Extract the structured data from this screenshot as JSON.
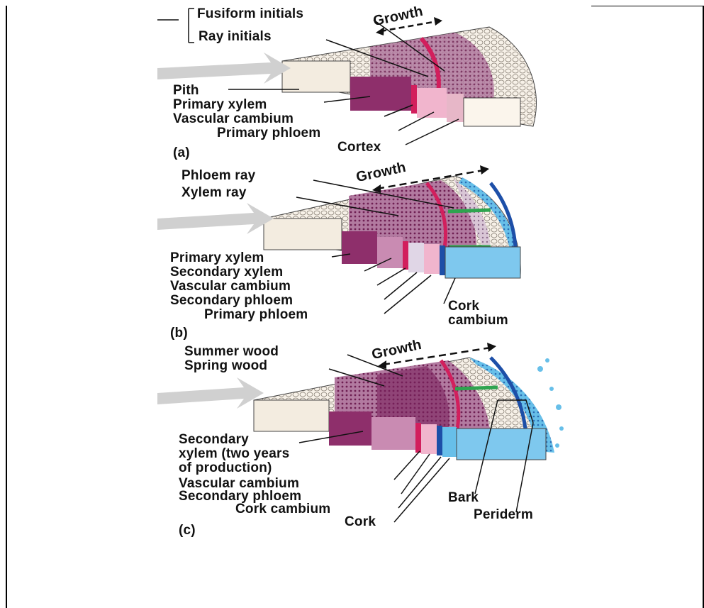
{
  "panel_a": {
    "tag": "(a)",
    "growth": "Growth",
    "labels": {
      "fusiform": "Fusiform initials",
      "ray": "Ray initials",
      "pith": "Pith",
      "primary_xylem": "Primary xylem",
      "vascular_cambium": "Vascular cambium",
      "primary_phloem": "Primary phloem",
      "cortex": "Cortex"
    }
  },
  "panel_b": {
    "tag": "(b)",
    "growth": "Growth",
    "labels": {
      "phloem_ray": "Phloem ray",
      "xylem_ray": "Xylem ray",
      "primary_xylem": "Primary xylem",
      "secondary_xylem": "Secondary xylem",
      "vascular_cambium": "Vascular cambium",
      "secondary_phloem": "Secondary phloem",
      "primary_phloem": "Primary phloem",
      "cork": "Cork",
      "cambium": "cambium"
    }
  },
  "panel_c": {
    "tag": "(c)",
    "growth": "Growth",
    "labels": {
      "summer_wood": "Summer wood",
      "spring_wood": "Spring wood",
      "secondary_1": "Secondary",
      "secondary_2": "xylem (two years",
      "secondary_3": "of production)",
      "vascular_cambium": "Vascular cambium",
      "secondary_phloem": "Secondary phloem",
      "cork_cambium": "Cork cambium",
      "cork": "Cork",
      "bark": "Bark",
      "periderm": "Periderm"
    }
  },
  "colors": {
    "pith": "#f3ece0",
    "primary_xylem": "#8e2f6b",
    "secondary_xylem": "#c98bb2",
    "vascular_cambium": "#d21f5d",
    "phloem": "#f1b5cd",
    "cortex": "#fbf5ec",
    "cork": "#5bb6e6",
    "cork_dark": "#1d4fa8"
  }
}
